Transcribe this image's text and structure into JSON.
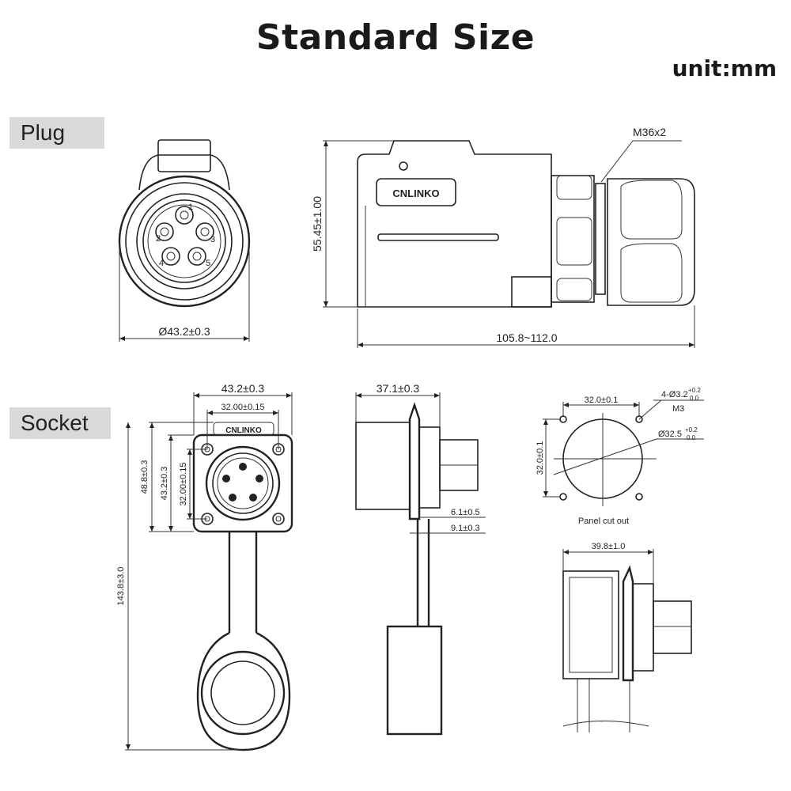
{
  "header": {
    "title": "Standard Size",
    "unit": "unit:mm"
  },
  "sections": {
    "plug": "Plug",
    "socket": "Socket"
  },
  "plug": {
    "front": {
      "diameter": "Ø43.2±0.3",
      "pins": [
        "1",
        "2",
        "3",
        "4",
        "5"
      ]
    },
    "side": {
      "height": "55.45±1.00",
      "length": "105.8~112.0",
      "thread": "M36x2",
      "logo": "CNLINKO"
    }
  },
  "socket": {
    "front": {
      "width": "43.2±0.3",
      "inner_width": "32.00±0.15",
      "h1": "48.8±0.3",
      "h2": "43.2±0.3",
      "h3": "32.00±0.15",
      "total": "143.8±3.0",
      "logo": "CNLINKO"
    },
    "side": {
      "width": "37.1±0.3",
      "d1": "6.1±0.5",
      "d2": "9.1±0.3"
    },
    "cutout": {
      "w": "32.0±0.1",
      "h": "32.0±0.1",
      "holes": "4-Ø3.2",
      "holes_tol_up": "+0.2",
      "holes_tol_dn": "0.0",
      "thread": "M3",
      "dia": "Ø32.5",
      "dia_tol_up": "+0.2",
      "dia_tol_dn": "0.0",
      "caption": "Panel cut out"
    },
    "rear": {
      "width": "39.8±1.0"
    }
  }
}
